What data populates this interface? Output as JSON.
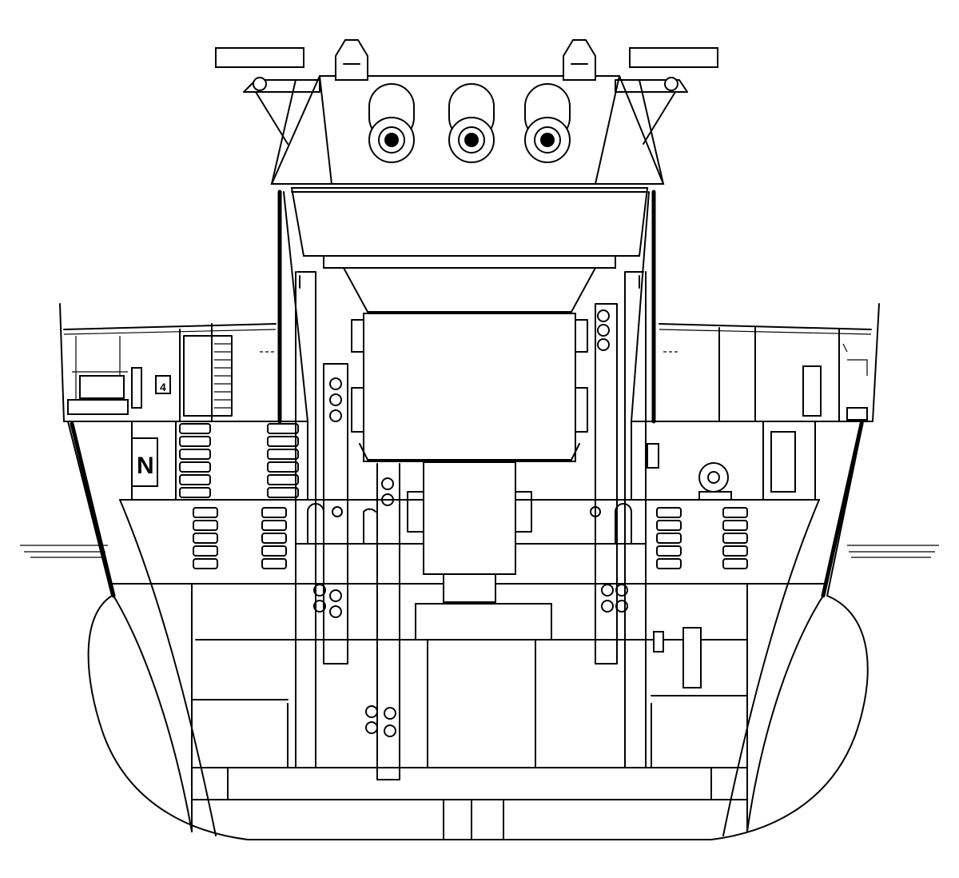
{
  "figure": {
    "compartment_marker": "N",
    "panel_number": "4",
    "turret_guns": 3
  }
}
